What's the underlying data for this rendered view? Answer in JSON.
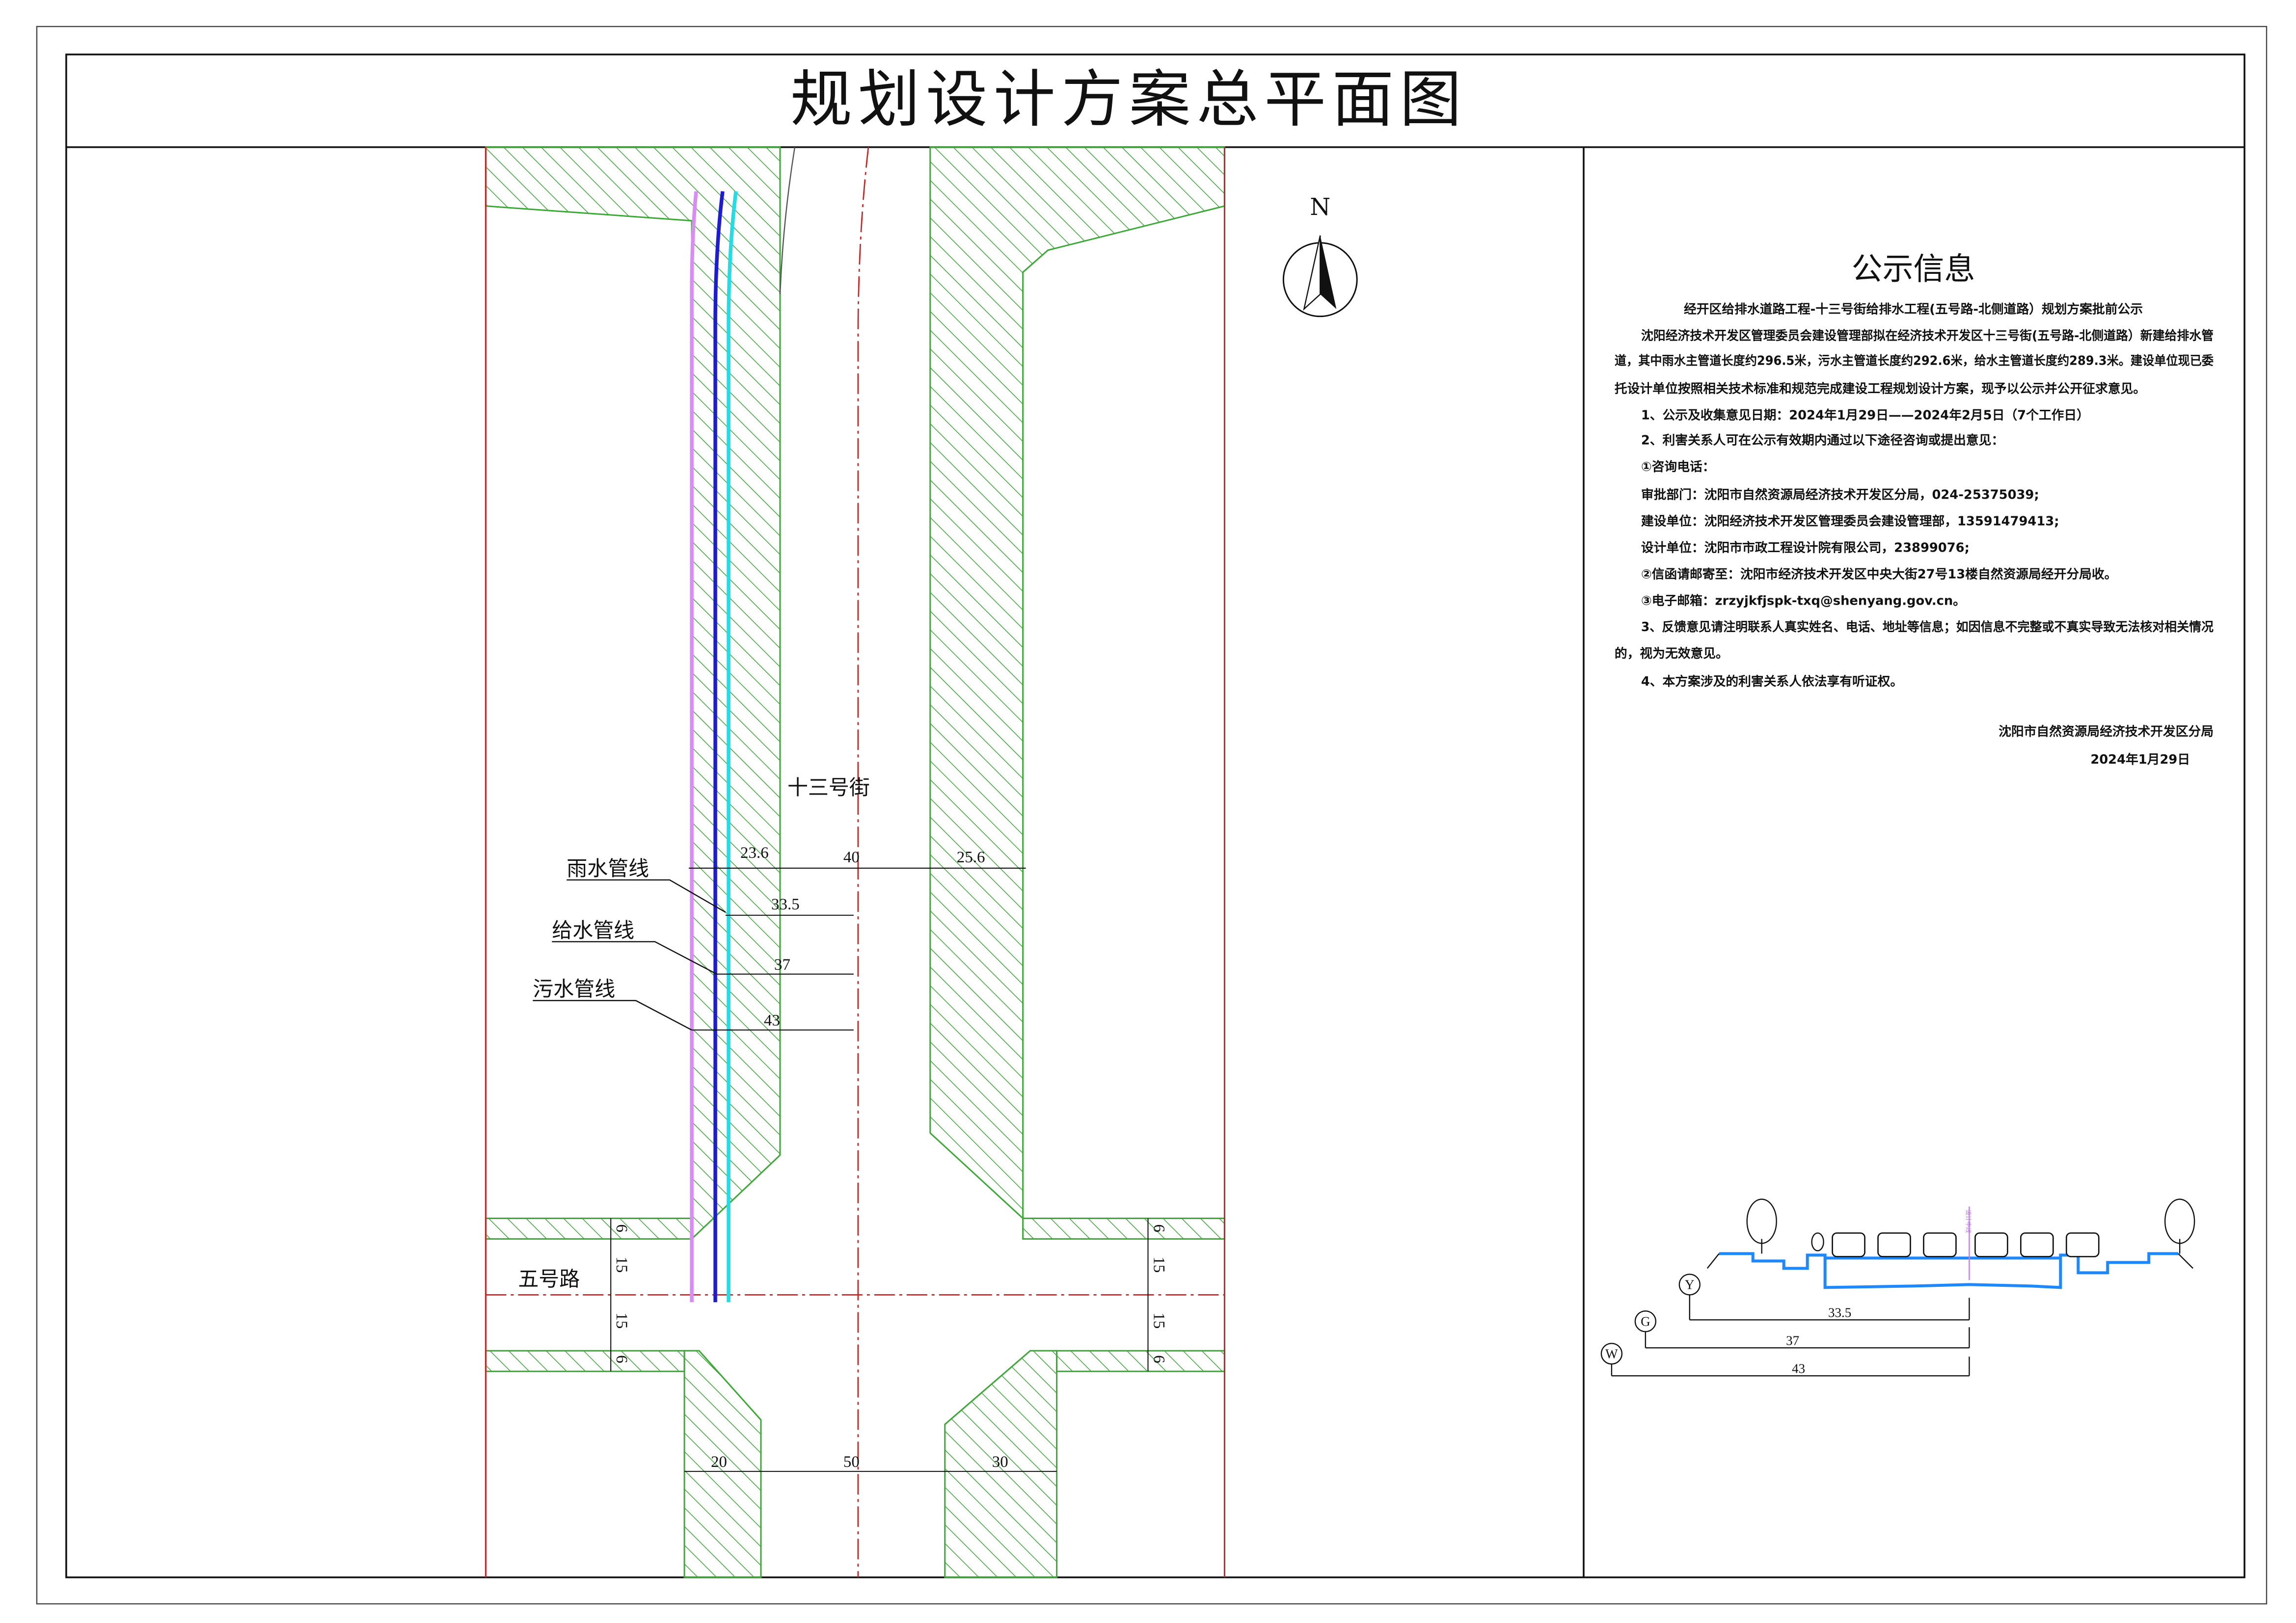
{
  "title": "规划设计方案总平面图",
  "colors": {
    "hatch": "#3aaa35",
    "road_edge": "#cc2222",
    "rain_pipe": "#d98cf5",
    "water_pipe": "#1c1cd6",
    "sewage_pipe": "#22dde6",
    "section_blue": "#1e88ff"
  },
  "plan": {
    "north_label": "N",
    "street_label": "十三号街",
    "cross_road_label": "五号路",
    "pipes": [
      {
        "label": "雨水管线",
        "icon": "rain-pipe"
      },
      {
        "label": "给水管线",
        "icon": "water-pipe"
      },
      {
        "label": "污水管线",
        "icon": "sewage-pipe"
      }
    ],
    "width_dims": {
      "left": "23.6",
      "road": "40",
      "right": "25.6"
    },
    "pipe_offsets": [
      "33.5",
      "37",
      "43"
    ],
    "cross_dims_left": [
      "6",
      "15",
      "15",
      "6"
    ],
    "cross_dims_right": [
      "6",
      "15",
      "15",
      "6"
    ],
    "bottom_dims": [
      "20",
      "50",
      "30"
    ]
  },
  "notice": {
    "heading": "公示信息",
    "subtitle": "经开区给排水道路工程-十三号街给排水工程(五号路-北侧道路）规划方案批前公示",
    "lines": [
      "沈阳经济技术开发区管理委员会建设管理部拟在经济技术开发区十三号街(五号路-北侧道路）新建给排水管",
      "道，其中雨水主管道长度约296.5米，污水主管道长度约292.6米，给水主管道长度约289.3米。建设单位现已委",
      "托设计单位按照相关技术标准和规范完成建设工程规划设计方案，现予以公示并公开征求意见。",
      "1、公示及收集意见日期：2024年1月29日——2024年2月5日（7个工作日）",
      "2、利害关系人可在公示有效期内通过以下途径咨询或提出意见：",
      "①咨询电话：",
      "审批部门：沈阳市自然资源局经济技术开发区分局，024-25375039;",
      "建设单位：沈阳经济技术开发区管理委员会建设管理部，13591479413;",
      "设计单位：沈阳市市政工程设计院有限公司，23899076;",
      "②信函请邮寄至：沈阳市经济技术开发区中央大街27号13楼自然资源局经开分局收。",
      "③电子邮箱：zrzyjkfjspk-txq@shenyang.gov.cn。",
      "3、反馈意见请注明联系人真实姓名、电话、地址等信息；如因信息不完整或不真实导致无法核对相关情况",
      "的，视为无效意见。",
      "4、本方案涉及的利害关系人依法享有听证权。"
    ],
    "signature": "沈阳市自然资源局经济技术开发区分局",
    "date": "2024年1月29日"
  },
  "section": {
    "centerline_label": "设计中线",
    "markers": [
      {
        "letter": "Y",
        "dim": "33.5"
      },
      {
        "letter": "G",
        "dim": "37"
      },
      {
        "letter": "W",
        "dim": "43"
      }
    ]
  }
}
